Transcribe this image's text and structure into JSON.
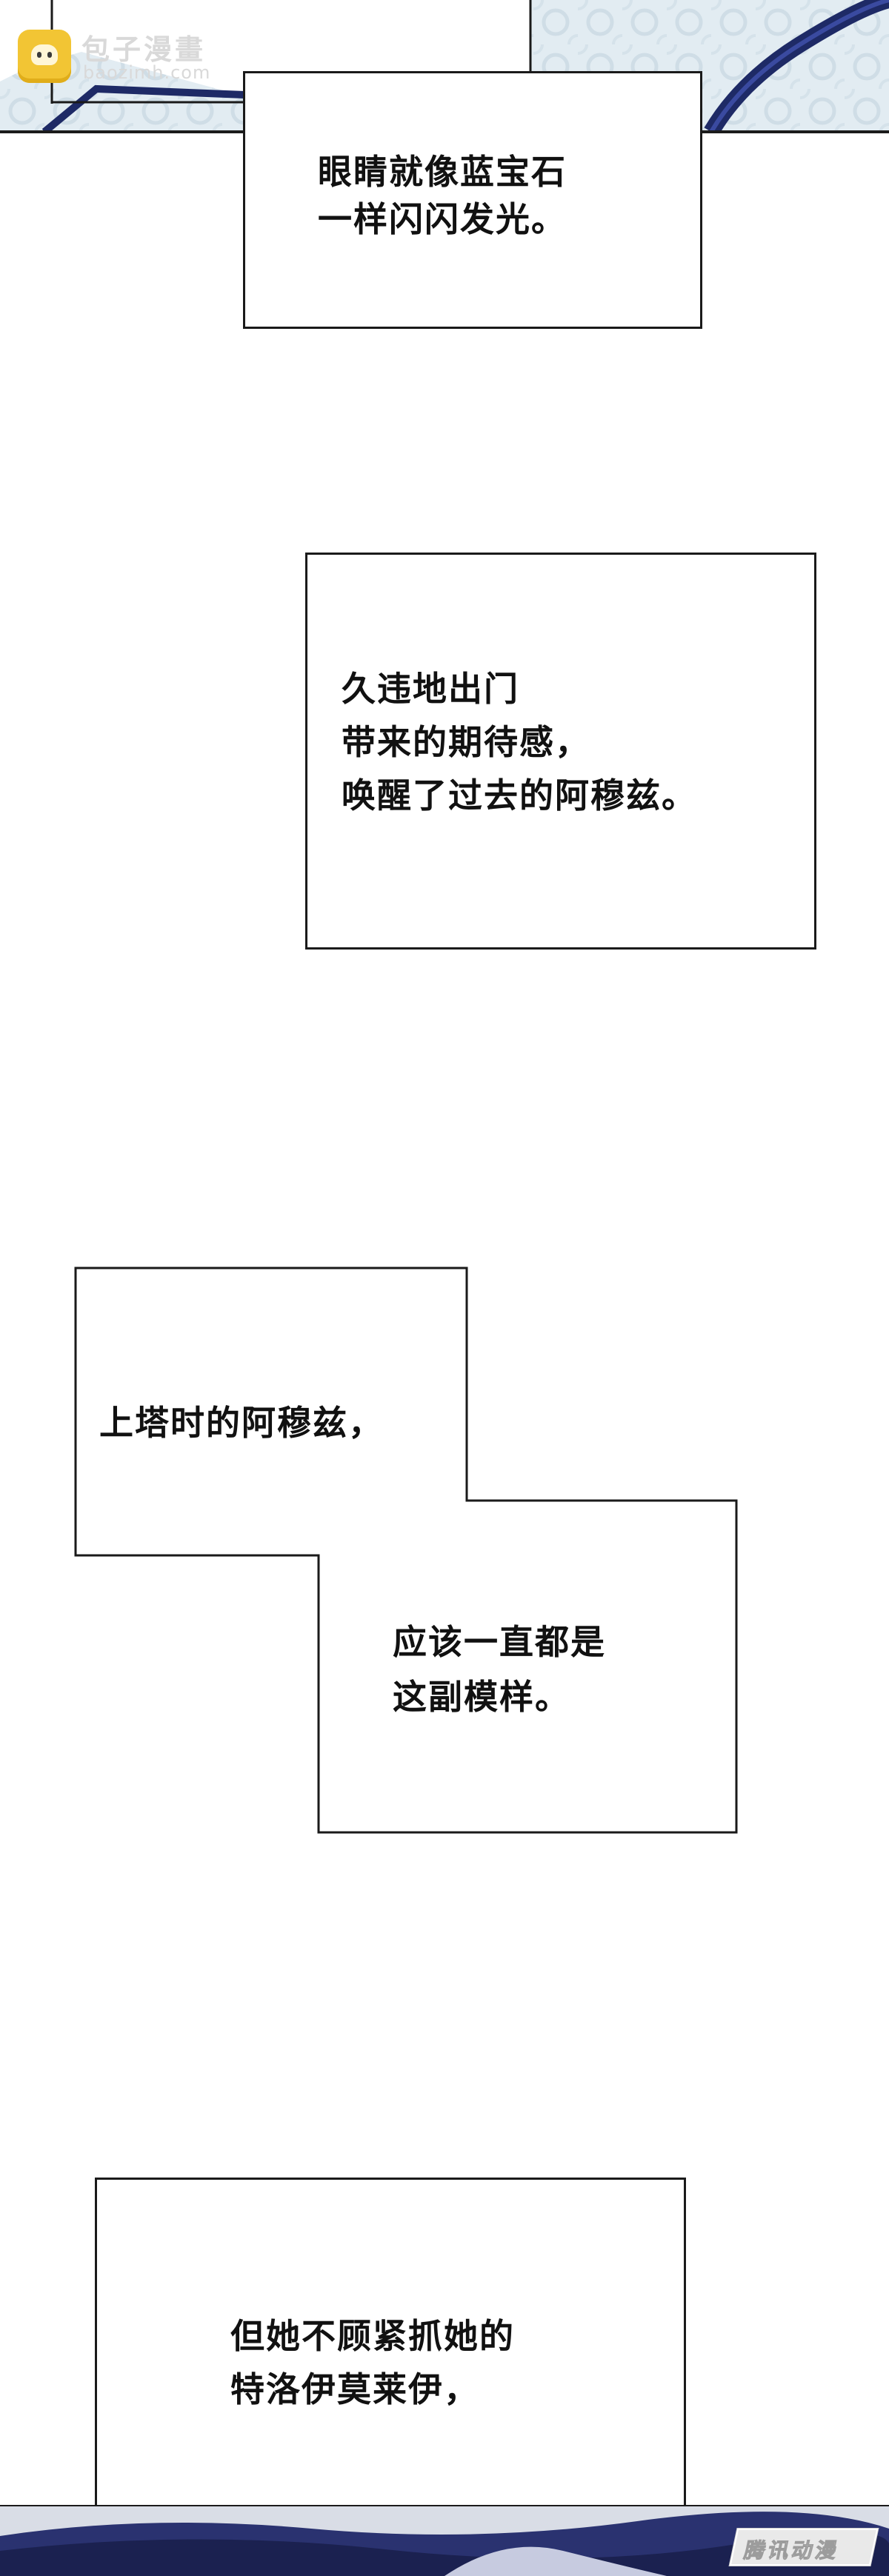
{
  "watermark": {
    "title": "包子漫畫",
    "subtitle": "baozimh.com"
  },
  "captions": [
    {
      "lines": [
        "眼睛就像蓝宝石",
        "一样闪闪发光。"
      ]
    },
    {
      "lines": [
        "久违地出门",
        "带来的期待感，",
        "唤醒了过去的阿穆兹。"
      ]
    },
    {
      "lines": [
        "上塔时的阿穆兹，"
      ]
    },
    {
      "lines": [
        "应该一直都是",
        "这副模样。"
      ]
    },
    {
      "lines": [
        "但她不顾紧抓她的",
        "特洛伊莫莱伊，"
      ]
    }
  ],
  "bottom_logo": {
    "text": "腾讯动漫"
  },
  "colors": {
    "panel_border": "#1a1a1a",
    "art_pale_blue": "#dfe9ef",
    "art_dark_navy": "#1f2a66"
  },
  "icons": [
    "baozi-logo-icon"
  ]
}
